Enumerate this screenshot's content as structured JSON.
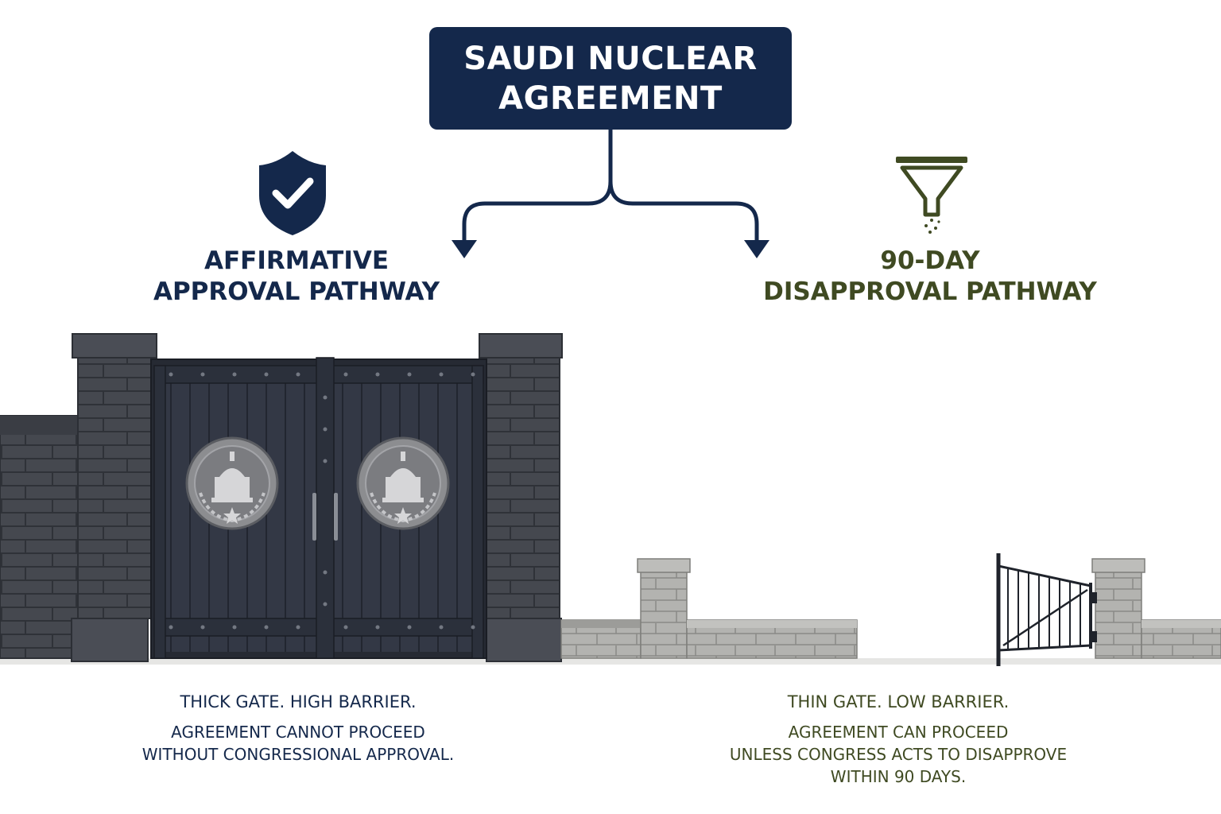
{
  "title": {
    "line1": "SAUDI NUCLEAR",
    "line2": "AGREEMENT"
  },
  "left_pathway": {
    "heading_line1": "AFFIRMATIVE",
    "heading_line2": "APPROVAL PATHWAY",
    "icon": "shield-check-icon",
    "caption_head": "THICK GATE. HIGH BARRIER.",
    "caption_line1": "AGREEMENT CANNOT PROCEED",
    "caption_line2": "WITHOUT CONGRESSIONAL APPROVAL."
  },
  "right_pathway": {
    "heading_line1": "90-DAY",
    "heading_line2": "DISAPPROVAL PATHWAY",
    "icon": "funnel-icon",
    "caption_head": "THIN GATE. LOW BARRIER.",
    "caption_line1": "AGREEMENT CAN PROCEED",
    "caption_line2": "UNLESS CONGRESS ACTS TO DISAPPROVE",
    "caption_line3": "WITHIN 90 DAYS."
  },
  "colors": {
    "navy": "#14284b",
    "olive": "#3f4a22",
    "stone_dark": "#3e4148",
    "stone_light": "#a9a9a6",
    "gate": "#2f3440"
  }
}
